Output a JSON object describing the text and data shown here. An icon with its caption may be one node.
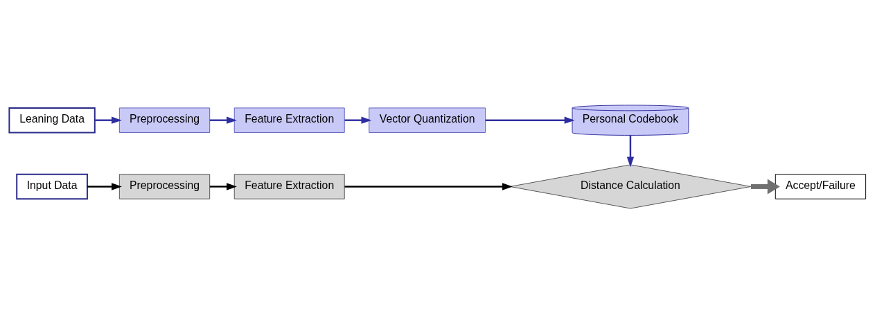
{
  "diagram": {
    "nodes": [
      {
        "text": [
          "Leaning Data"
        ]
      },
      {
        "text": [
          "Preprocessing"
        ]
      },
      {
        "text": [
          "Feature Extraction"
        ]
      },
      {
        "text": [
          "Vector Quantization"
        ]
      },
      {
        "text": [
          "Personal Codebook"
        ]
      },
      {
        "text": [
          "Input Data"
        ]
      },
      {
        "text": [
          "Preprocessing"
        ]
      },
      {
        "text": [
          "Feature Extraction"
        ]
      },
      {
        "text": [
          "Distance Calculation"
        ]
      },
      {
        "text": [
          "Accept/Failure"
        ]
      }
    ],
    "edges": [
      {
        "from": 0,
        "to": 1,
        "arrow": "to"
      },
      {
        "from": 1,
        "to": 2,
        "arrow": "to"
      },
      {
        "from": 2,
        "to": 3,
        "arrow": "to"
      },
      {
        "from": 3,
        "to": 4,
        "arrow": "to"
      },
      {
        "from": 4,
        "to": 8,
        "arrow": "to"
      },
      {
        "from": 5,
        "to": 6,
        "arrow": "to",
        "color": "#000000"
      },
      {
        "from": 6,
        "to": 7,
        "arrow": "to",
        "color": "#000000"
      },
      {
        "from": 7,
        "to": 8,
        "arrow": "to",
        "color": "#000000"
      },
      {
        "from": 8,
        "to": 9,
        "arrow": "to",
        "style": "thick",
        "color": "#707070"
      }
    ]
  }
}
